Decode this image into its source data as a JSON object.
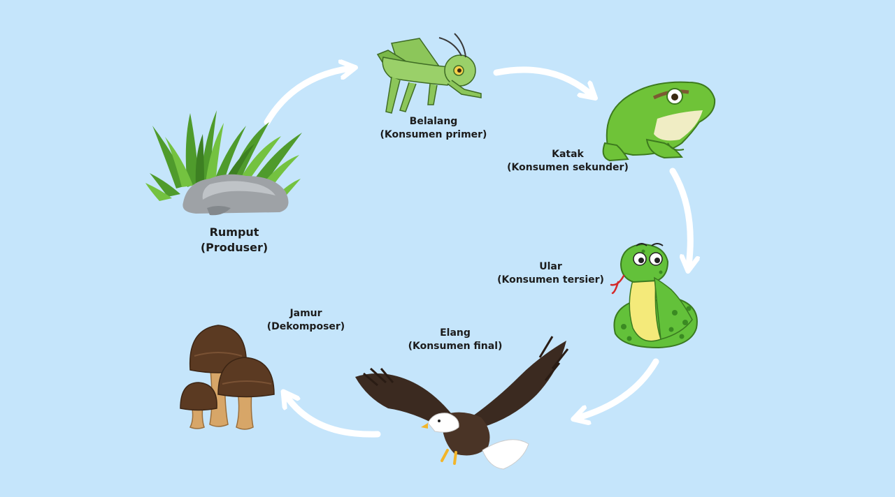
{
  "diagram": {
    "type": "food-cycle",
    "background_color": "#c5e5fb",
    "arrow_color": "#ffffff",
    "nodes": [
      {
        "id": "rumput",
        "name": "Rumput",
        "role": "(Produser)",
        "icon": "grass-icon"
      },
      {
        "id": "belalang",
        "name": "Belalang",
        "role": "(Konsumen primer)",
        "icon": "grasshopper-icon"
      },
      {
        "id": "katak",
        "name": "Katak",
        "role": "(Konsumen sekunder)",
        "icon": "frog-icon"
      },
      {
        "id": "ular",
        "name": "Ular",
        "role": "(Konsumen tersier)",
        "icon": "snake-icon"
      },
      {
        "id": "elang",
        "name": "Elang",
        "role": "(Konsumen final)",
        "icon": "eagle-icon"
      },
      {
        "id": "jamur",
        "name": "Jamur",
        "role": "(Dekomposer)",
        "icon": "mushroom-icon"
      }
    ],
    "edges": [
      {
        "from": "rumput",
        "to": "belalang"
      },
      {
        "from": "belalang",
        "to": "katak"
      },
      {
        "from": "katak",
        "to": "ular"
      },
      {
        "from": "ular",
        "to": "elang"
      },
      {
        "from": "elang",
        "to": "jamur"
      }
    ]
  }
}
